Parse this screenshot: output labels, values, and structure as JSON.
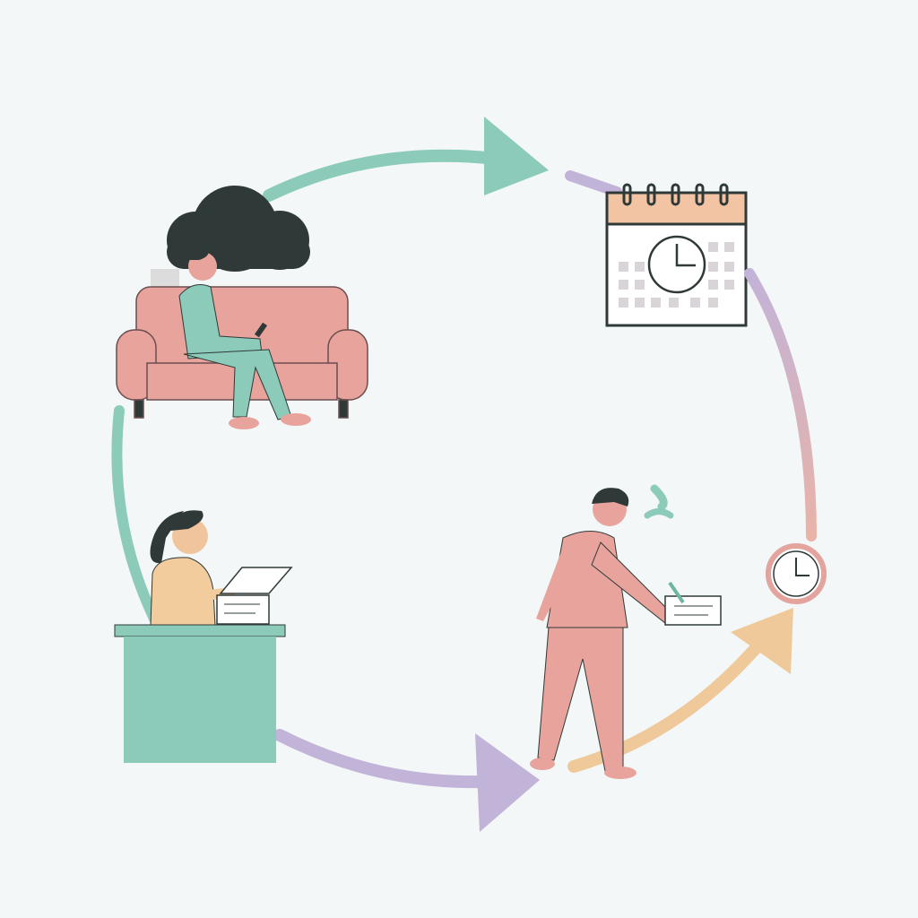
{
  "diagram": {
    "type": "cycle",
    "stages": [
      {
        "id": "rest",
        "icon": "person-on-sofa-with-cloud"
      },
      {
        "id": "schedule",
        "icon": "calendar-with-clock"
      },
      {
        "id": "deadline",
        "icon": "wall-clock"
      },
      {
        "id": "deliver",
        "icon": "walking-man-with-document"
      },
      {
        "id": "work",
        "icon": "woman-at-desk-with-papers"
      }
    ],
    "colors": {
      "background": "#f3f7f7",
      "teal": "#8ccbb9",
      "purple": "#bfb3d9",
      "peach": "#efc99a",
      "pink": "#e8a39c",
      "dark": "#2f3a38",
      "calendar_header": "#f3c4a3"
    }
  }
}
